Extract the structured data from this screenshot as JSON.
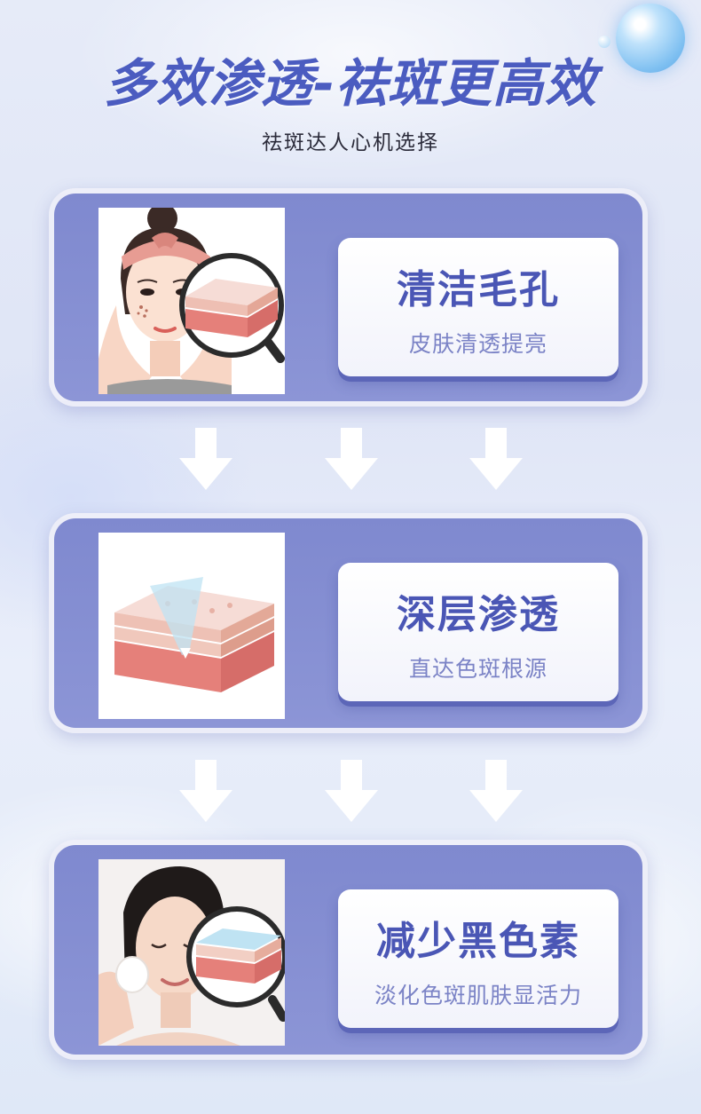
{
  "header": {
    "title": "多效渗透-祛斑更高效",
    "subtitle": "祛斑达人心机选择"
  },
  "steps": [
    {
      "title": "清洁毛孔",
      "subtitle": "皮肤清透提亮",
      "illustration": "woman-with-headband-magnifier-skin-layers"
    },
    {
      "title": "深层渗透",
      "subtitle": "直达色斑根源",
      "illustration": "skin-layers-penetration"
    },
    {
      "title": "减少黑色素",
      "subtitle": "淡化色斑肌肤显活力",
      "illustration": "woman-cotton-pad-magnifier-skin-layers"
    }
  ],
  "colors": {
    "title": "#4b5cc0",
    "card": "#8089cf",
    "label_main": "#4a56b5",
    "label_sub": "#7b83c6",
    "arrow": "#ffffff"
  }
}
